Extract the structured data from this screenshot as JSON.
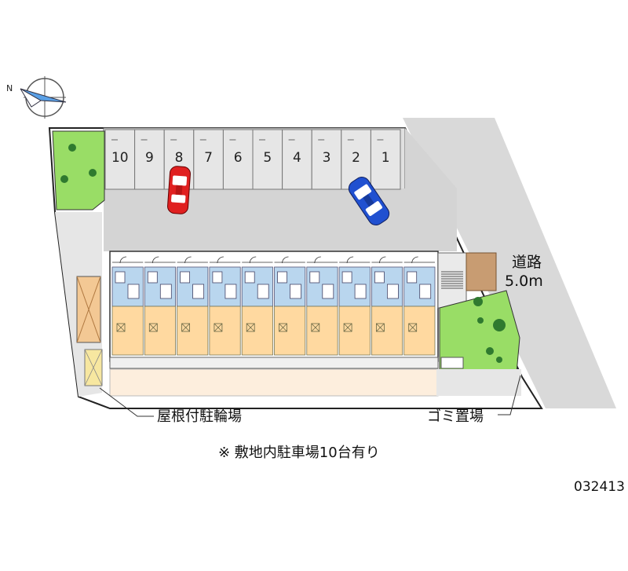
{
  "map": {
    "road_label": "道路",
    "road_width": "5.0m",
    "bicycle_parking_label": "屋根付駐輪場",
    "garbage_area_label": "ゴミ置場",
    "note": "※ 敷地内駐車場10台有り",
    "code": "032413",
    "parking_spaces": [
      "10",
      "9",
      "8",
      "7",
      "6",
      "5",
      "4",
      "3",
      "2",
      "1"
    ],
    "unit_count": 10,
    "colors": {
      "road": "#d9d9d9",
      "lot": "#cccccc",
      "green": "#99dd66",
      "unit_fill": "#ffd9a0",
      "unit_blue": "#b9d6ee",
      "path": "#fdeedd",
      "car_red": "#e02020",
      "car_blue": "#2050d0"
    }
  }
}
